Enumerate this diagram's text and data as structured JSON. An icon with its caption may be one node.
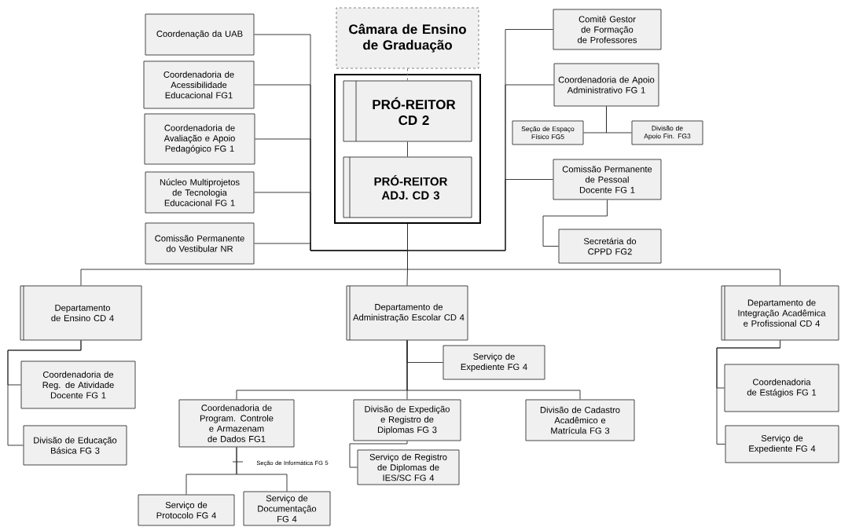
{
  "diagram": {
    "nodes": [
      {
        "text": [
          "Câmara de Ensino de Graduação"
        ]
      },
      {
        "text": [],
        "shape": "box"
      },
      {
        "text": [
          "PRÓ-REITOR CD 2"
        ],
        "in": 1
      },
      {
        "text": [
          "PRÓ-REITOR ADJ. CD 3"
        ],
        "in": 1
      },
      {
        "text": [
          "Coordenação da UAB"
        ]
      },
      {
        "text": [
          "Coordenadoria de Acessibilidade Educacional FG1"
        ]
      },
      {
        "text": [
          "Coordenadoria de Avaliação e Apoio Pedagógico FG 1"
        ]
      },
      {
        "text": [
          "Núcleo Multiprojetos de Tecnologia Educacional FG 1"
        ]
      },
      {
        "text": [
          "Comissão Permanente do Vestibular NR"
        ]
      },
      {
        "text": [
          "Comitê Gestor de Formação de Professores"
        ]
      },
      {
        "text": [
          "Coordenadoria de Apoio Administrativo FG 1"
        ]
      },
      {
        "text": [
          "Seção de Espaço Físico FG5"
        ]
      },
      {
        "text": [
          "Divisão de Apoio Fin. FG3"
        ]
      },
      {
        "text": [
          "Comissão Permanente de Pessoal Docente FG 1"
        ]
      },
      {
        "text": [
          "Secretária do CPPD FG2"
        ]
      },
      {
        "text": [
          "Departamento de Ensino CD 4"
        ]
      },
      {
        "text": [
          "Coordenadoria de Reg. de Atividade Docente FG 1"
        ]
      },
      {
        "text": [
          "Divisão de Educação Básica FG 3"
        ]
      },
      {
        "text": [
          "Departamento de Administração Escolar CD 4"
        ]
      },
      {
        "text": [
          "Serviço de Expediente FG 4"
        ]
      },
      {
        "text": [
          "Coordenadoria de Program. Controle e Armazenam de Dados FG1"
        ]
      },
      {
        "text": [
          "Divisão de Expedição e Registro de Diplomas FG 3"
        ]
      },
      {
        "text": [
          "Divisão de Cadastro Acadêmico e Matrícula FG 3"
        ]
      },
      {
        "text": [
          "Serviço de Registro de Diplomas de IES/SC FG 4"
        ]
      },
      {
        "text": [
          "Serviço de Protocolo FG 4"
        ]
      },
      {
        "text": [
          "Serviço de Documentação FG 4"
        ]
      },
      {
        "text": [
          "Departamento de Integração Acadêmica e Profissional CD 4"
        ]
      },
      {
        "text": [
          "Coordenadoria de Estágios FG 1"
        ]
      },
      {
        "text": [
          "Serviço de Expediente FG 4"
        ]
      }
    ],
    "edges": [
      {
        "from": 0,
        "to": 2,
        "arrow": "none",
        "style": "dashed"
      },
      {
        "from": 2,
        "to": 3,
        "arrow": "none"
      },
      {
        "from": 1,
        "to": 4,
        "arrow": "none"
      },
      {
        "from": 1,
        "to": 5,
        "arrow": "none"
      },
      {
        "from": 1,
        "to": 6,
        "arrow": "none"
      },
      {
        "from": 1,
        "to": 7,
        "arrow": "none"
      },
      {
        "from": 1,
        "to": 8,
        "arrow": "none"
      },
      {
        "from": 1,
        "to": 9,
        "arrow": "none"
      },
      {
        "from": 1,
        "to": 10,
        "arrow": "none"
      },
      {
        "from": 10,
        "to": 11,
        "arrow": "none"
      },
      {
        "from": 10,
        "to": 12,
        "arrow": "none"
      },
      {
        "from": 1,
        "to": 13,
        "arrow": "none"
      },
      {
        "from": 13,
        "to": 14,
        "arrow": "none"
      },
      {
        "from": 1,
        "to": 15,
        "arrow": "none"
      },
      {
        "from": 1,
        "to": 18,
        "arrow": "none"
      },
      {
        "from": 1,
        "to": 26,
        "arrow": "none"
      },
      {
        "from": 15,
        "to": 16,
        "arrow": "none"
      },
      {
        "from": 15,
        "to": 17,
        "arrow": "none"
      },
      {
        "from": 18,
        "to": 19,
        "arrow": "none"
      },
      {
        "from": 18,
        "to": 20,
        "arrow": "none"
      },
      {
        "from": 18,
        "to": 21,
        "arrow": "none"
      },
      {
        "from": 18,
        "to": 22,
        "arrow": "none"
      },
      {
        "from": 21,
        "to": 23,
        "arrow": "none"
      },
      {
        "from": 20,
        "to": 24,
        "arrow": "none"
      },
      {
        "from": 20,
        "to": 25,
        "arrow": "none"
      },
      {
        "from": 26,
        "to": 27,
        "arrow": "none"
      },
      {
        "from": 26,
        "to": 28,
        "arrow": "none"
      }
    ],
    "labels": [
      "Seção de Informática FG 5"
    ]
  }
}
